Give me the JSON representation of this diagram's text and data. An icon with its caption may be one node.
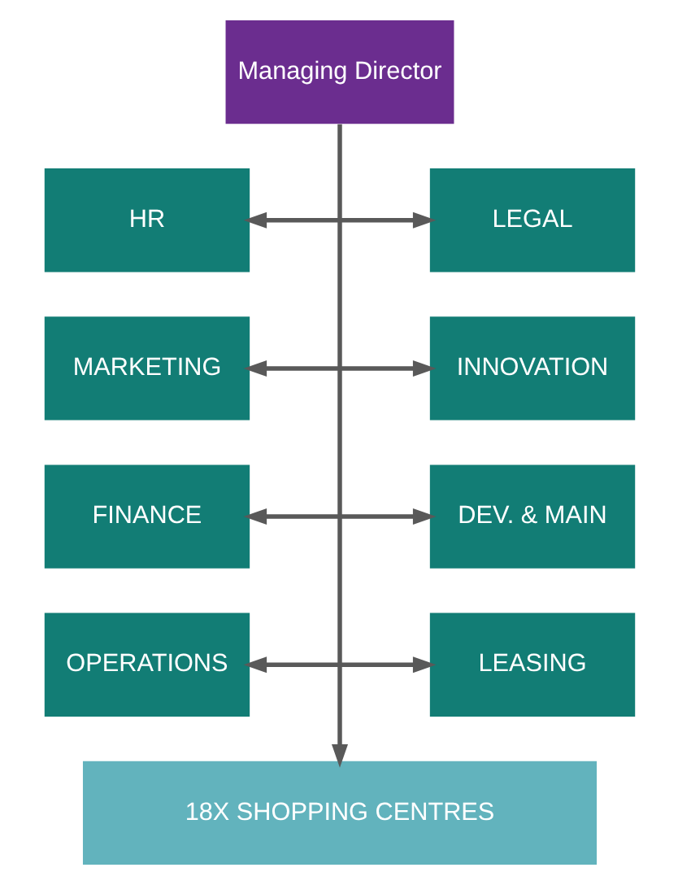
{
  "diagram": {
    "nodes": [
      {
        "text": [
          "Managing Director"
        ]
      },
      {
        "text": [
          "HR"
        ]
      },
      {
        "text": [
          "LEGAL"
        ]
      },
      {
        "text": [
          "MARKETING"
        ]
      },
      {
        "text": [
          "INNOVATION"
        ]
      },
      {
        "text": [
          "FINANCE"
        ]
      },
      {
        "text": [
          "DEV. & MAIN"
        ]
      },
      {
        "text": [
          "OPERATIONS"
        ]
      },
      {
        "text": [
          "LEASING"
        ]
      },
      {
        "text": [
          "18X SHOPPING CENTRES"
        ]
      }
    ],
    "edges": [
      {
        "from": 0,
        "to": 9,
        "arrow": "to"
      },
      {
        "from": 1,
        "to": 2,
        "arrow": "both"
      },
      {
        "from": 3,
        "to": 4,
        "arrow": "both"
      },
      {
        "from": 5,
        "to": 6,
        "arrow": "both"
      },
      {
        "from": 7,
        "to": 8,
        "arrow": "both"
      }
    ]
  }
}
